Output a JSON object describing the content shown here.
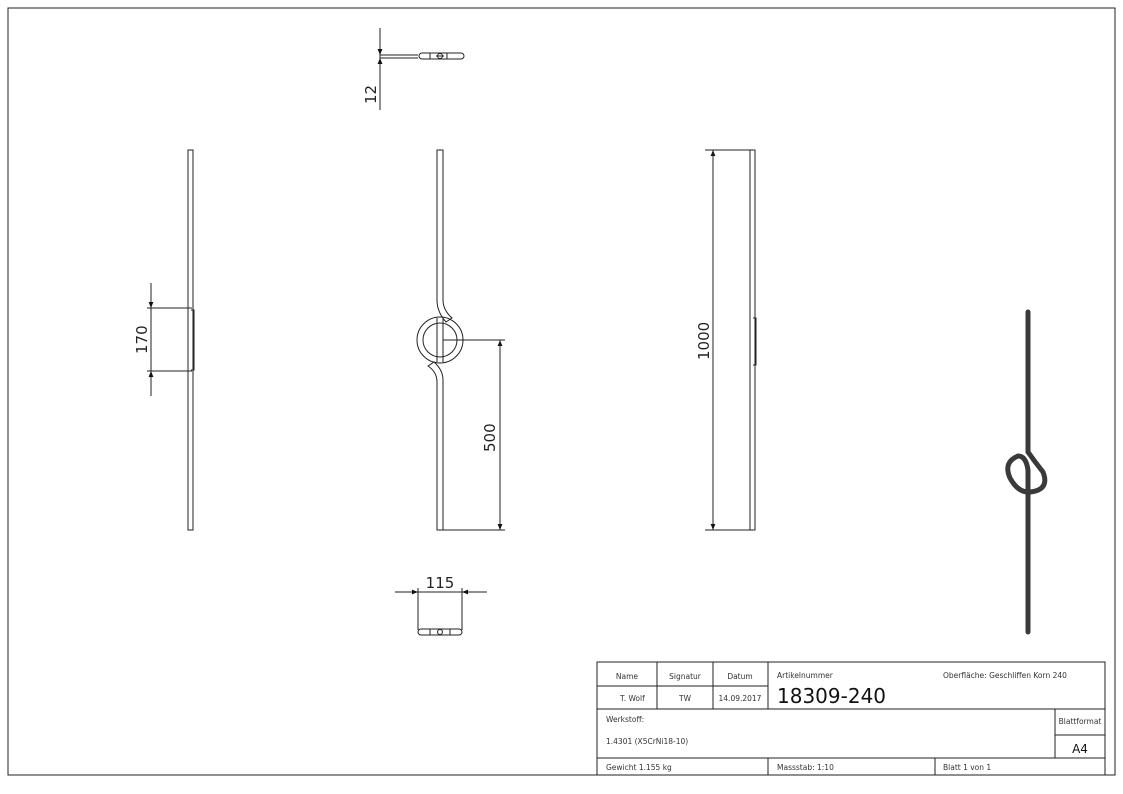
{
  "dimensions": {
    "thickness": "12",
    "bend_spacing": "170",
    "loop_height": "500",
    "total_length": "1000",
    "loop_width": "115"
  },
  "title_block": {
    "name_label": "Name",
    "signature_label": "Signatur",
    "date_label": "Datum",
    "name_value": "T. Wolf",
    "signature_value": "TW",
    "date_value": "14.09.2017",
    "article_label": "Artikelnummer",
    "article_number": "18309-240",
    "surface": "Oberfläche:  Geschliffen Korn 240",
    "material_label": "Werkstoff:",
    "material_value": "1.4301 (X5CrNi18-10)",
    "format_label": "Blattformat",
    "format_value": "A4",
    "weight": "Gewicht 1.155 kg",
    "scale": "Massstab: 1:10",
    "sheet": "Blatt 1 von 1"
  }
}
